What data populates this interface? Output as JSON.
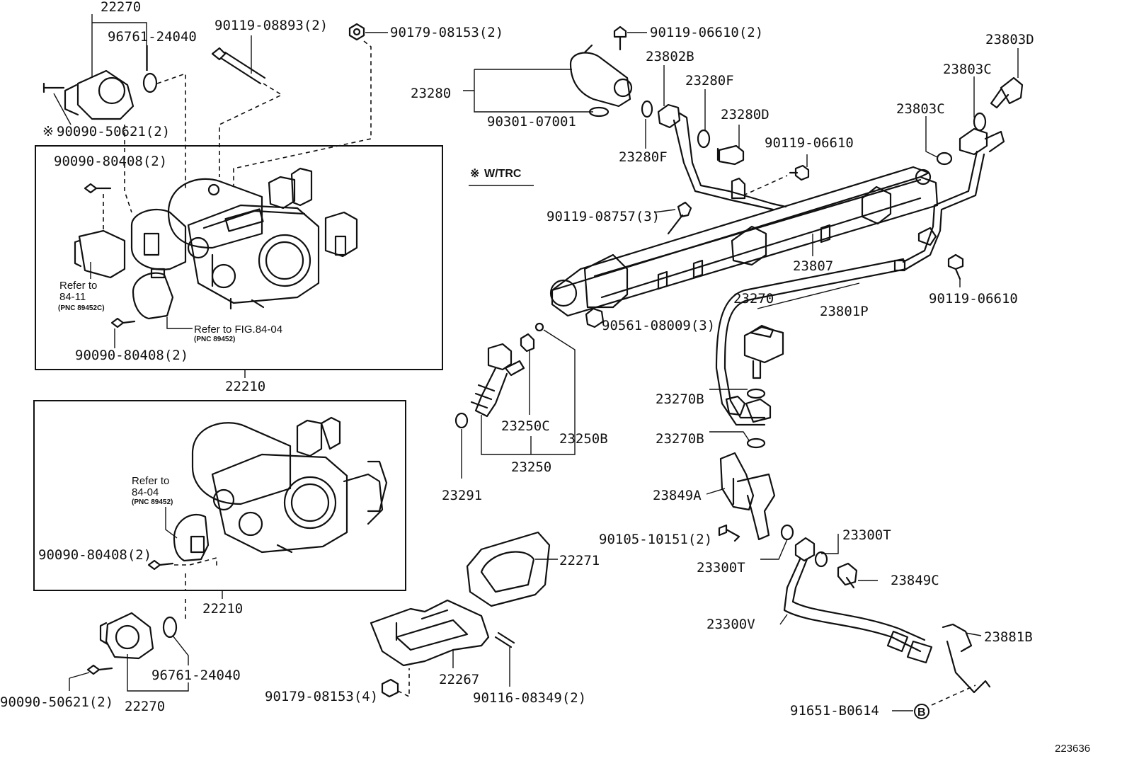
{
  "labels": {
    "p22270_top": "22270",
    "p96761_top": "96761-24040",
    "p90119_08893": "90119-08893(2)",
    "p90179_08153_top": "90179-08153(2)",
    "p90090_50621_top": "90090-50621(2)",
    "p90090_80408_a": "90090-80408(2)",
    "refer_84_11_a": "Refer to",
    "refer_84_11_b": "84-11",
    "pnc_89452c": "(PNC 89452C)",
    "refer_fig_84_04": "Refer to FIG.84-04",
    "pnc_89452_a": "(PNC 89452)",
    "p90090_80408_b": "90090-80408(2)",
    "p22210_a": "22210",
    "refer_84_04_a": "Refer to",
    "refer_84_04_b": "84-04",
    "pnc_89452_b": "(PNC 89452)",
    "p90090_80408_c": "90090-80408(2)",
    "p22210_b": "22210",
    "p96761_bot": "96761-24040",
    "p90090_50621_bot": "90090-50621(2)",
    "p22270_bot": "22270",
    "p23280": "23280",
    "p90301_07001": "90301-07001",
    "w_trc": "W/TRC",
    "p90119_06610_top": "90119-06610(2)",
    "p23802B": "23802B",
    "p23280F_a": "23280F",
    "p23280D": "23280D",
    "p23280F_b": "23280F",
    "p90119_06610_mid": "90119-06610",
    "p23803D": "23803D",
    "p23803C_a": "23803C",
    "p23803C_b": "23803C",
    "p90119_08757": "90119-08757(3)",
    "p23807": "23807",
    "p90119_06610_r": "90119-06610",
    "p90561_08009": "90561-08009(3)",
    "p23270": "23270",
    "p23801P": "23801P",
    "p23270B_a": "23270B",
    "p23270B_b": "23270B",
    "p23250C": "23250C",
    "p23250B": "23250B",
    "p23250": "23250",
    "p23291": "23291",
    "p23849A": "23849A",
    "p90105_10151": "90105-10151(2)",
    "p23300T_a": "23300T",
    "p23300T_b": "23300T",
    "p23849C": "23849C",
    "p22271": "22271",
    "p23300V": "23300V",
    "p23881B": "23881B",
    "p22267": "22267",
    "p90179_08153_bot": "90179-08153(4)",
    "p90116_08349": "90116-08349(2)",
    "p91651_B0614": "91651-B0614",
    "figure_id": "223636"
  },
  "symbols": {
    "marker_asterisk": "※",
    "marker_B": "B"
  },
  "icons": {
    "asterisk_marker": "asterisk-marker-icon",
    "circled_b_marker": "circled-b-marker-icon"
  },
  "colors": {
    "line": "#111111",
    "background": "#ffffff"
  }
}
